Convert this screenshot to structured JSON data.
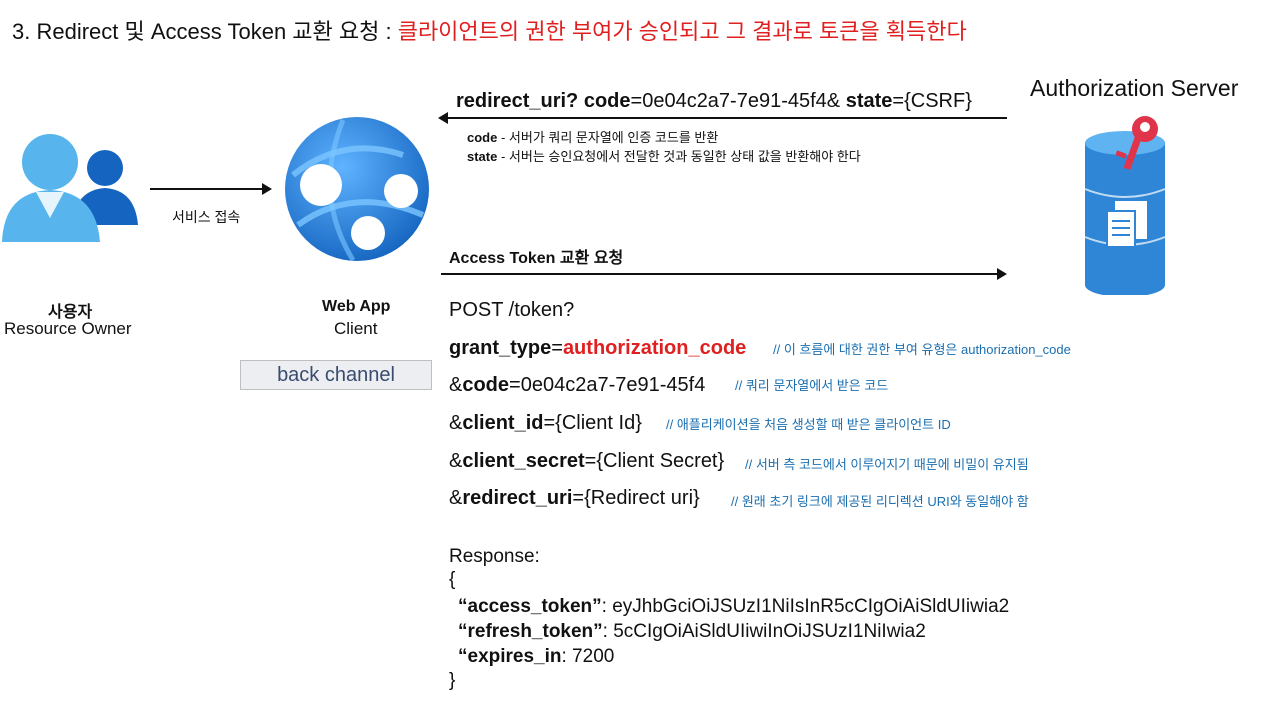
{
  "title": {
    "prefix": "3. Redirect 및 Access Token 교환 요청 : ",
    "highlight": "클라이언트의 권한 부여가 승인되고 그 결과로 토큰을 획득한다"
  },
  "user": {
    "name": "사용자",
    "role": "Resource Owner"
  },
  "service_access_label": "서비스 접속",
  "webapp": {
    "name": "Web App",
    "role": "Client"
  },
  "back_channel": "back channel",
  "auth_server": {
    "name": "Authorization Server"
  },
  "redirect": {
    "key1": "redirect_uri? code",
    "eq1": "=0e04c2a7-7e91-45f4& ",
    "key2": "state",
    "eq2": "={CSRF}",
    "code_desc_key": "code",
    "code_desc": " - 서버가 쿼리 문자열에 인증 코드를 반환",
    "state_desc_key": "state",
    "state_desc": " - 서버는 승인요청에서 전달한 것과 동일한 상태 값을 반환해야 한다"
  },
  "exchange_label": "Access Token 교환 요청",
  "request": {
    "post": "POST /token?",
    "grant_key": "grant_type",
    "grant_eq": "=",
    "grant_val": "authorization_code",
    "grant_cmt": "// 이 흐름에 대한 권한 부여 유형은 authorization_code",
    "code_amp": "&",
    "code_key": "code",
    "code_val": "=0e04c2a7-7e91-45f4",
    "code_cmt": "// 쿼리 문자열에서 받은 코드",
    "cid_amp": "&",
    "cid_key": "client_id",
    "cid_val": "={Client Id}",
    "cid_cmt": "// 애플리케이션을 처음 생성할 때 받은 클라이언트 ID",
    "secret_amp": "&",
    "secret_key": "client_secret",
    "secret_val": "={Client Secret}",
    "secret_cmt": "// 서버 측 코드에서 이루어지기 때문에 비밀이 유지됨",
    "ruri_amp": "&",
    "ruri_key": "redirect_uri",
    "ruri_val": "={Redirect uri}",
    "ruri_cmt": "// 원래 초기 링크에 제공된 리디렉션 URI와 동일해야 함"
  },
  "response": {
    "label": "Response:",
    "open": "{",
    "at_key": "“access_token”",
    "at_val": ": eyJhbGciOiJSUzI1NiIsInR5cCIgOiAiSldUIiwia2",
    "rt_key": "“refresh_token”",
    "rt_val": ": 5cCIgOiAiSldUIiwiInOiJSUzI1NiIwia2",
    "ex_key": "“expires_in",
    "ex_val": ": 7200",
    "close": "}"
  },
  "colors": {
    "accent_red": "#e02020",
    "comment_blue": "#1b6fb0",
    "icon_blue": "#2f86d6",
    "key_red": "#e0344b"
  }
}
